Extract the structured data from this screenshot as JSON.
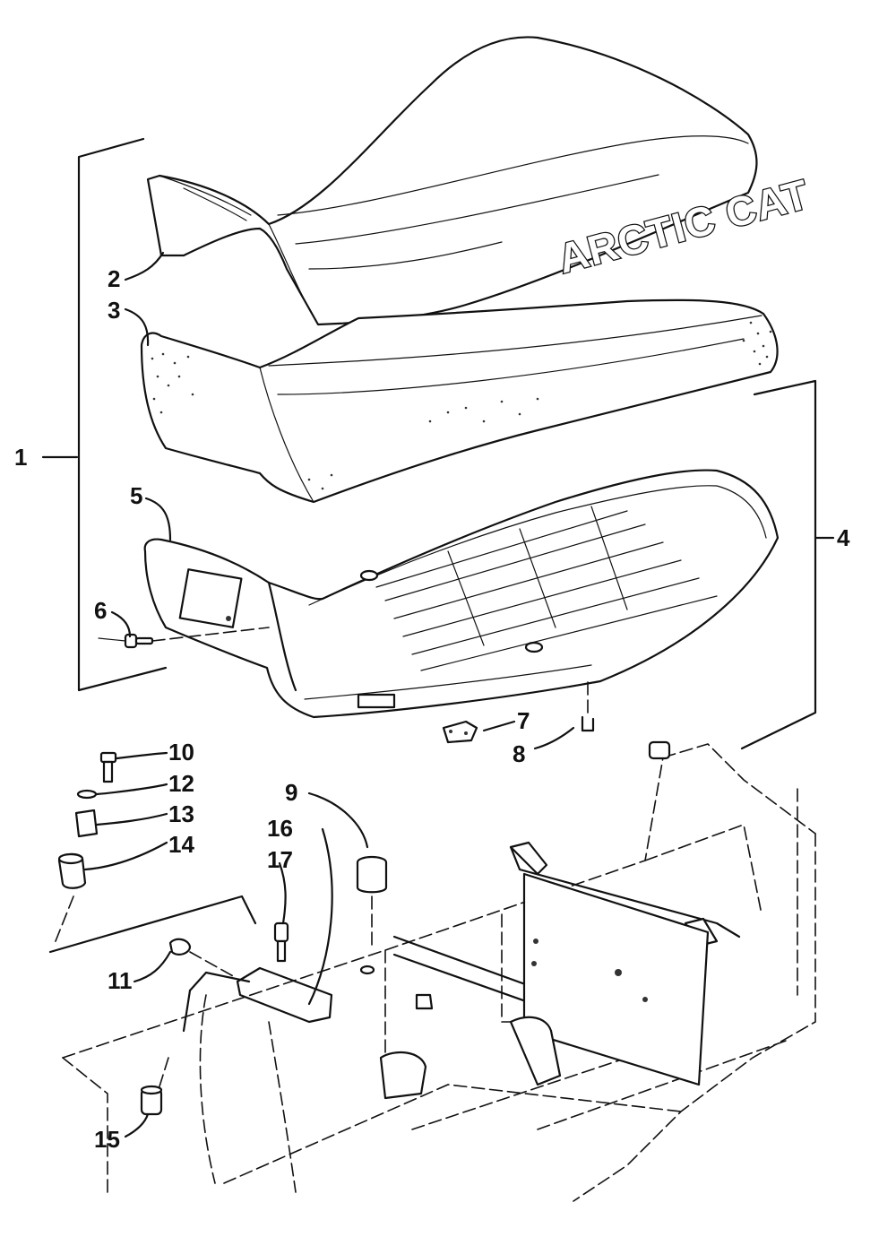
{
  "brand_text": "ARCTIC CAT",
  "callouts": [
    {
      "id": "1",
      "label": "1"
    },
    {
      "id": "2",
      "label": "2"
    },
    {
      "id": "3",
      "label": "3"
    },
    {
      "id": "4",
      "label": "4"
    },
    {
      "id": "5",
      "label": "5"
    },
    {
      "id": "6",
      "label": "6"
    },
    {
      "id": "7",
      "label": "7"
    },
    {
      "id": "8",
      "label": "8"
    },
    {
      "id": "9",
      "label": "9"
    },
    {
      "id": "10",
      "label": "10"
    },
    {
      "id": "11",
      "label": "11"
    },
    {
      "id": "12",
      "label": "12"
    },
    {
      "id": "13",
      "label": "13"
    },
    {
      "id": "14",
      "label": "14"
    },
    {
      "id": "15",
      "label": "15"
    },
    {
      "id": "16",
      "label": "16"
    },
    {
      "id": "17",
      "label": "17"
    }
  ],
  "colors": {
    "ink": "#111111",
    "paper": "#ffffff"
  }
}
